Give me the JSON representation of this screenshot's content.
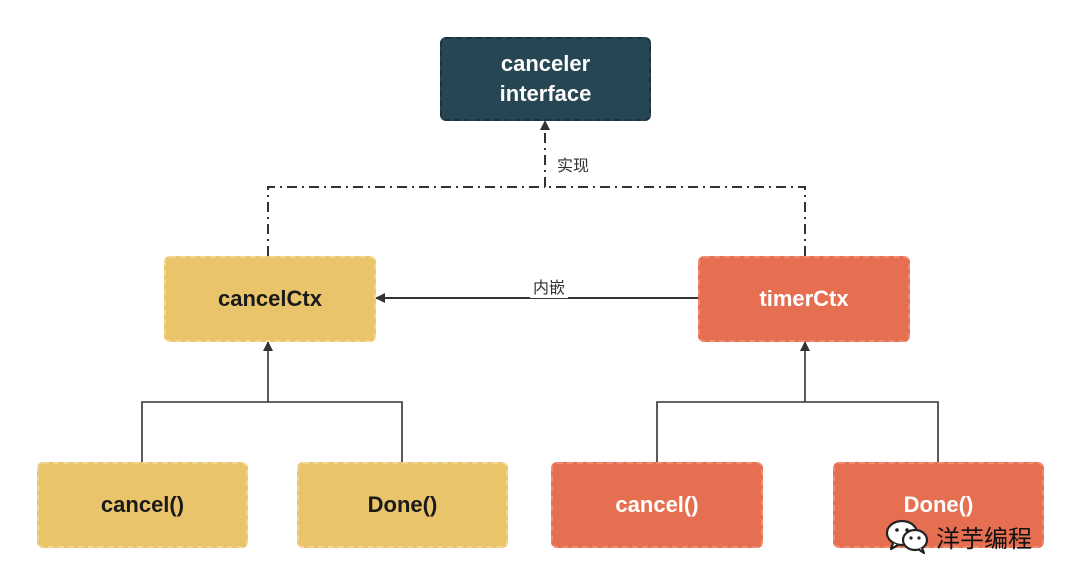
{
  "diagram": {
    "nodes": {
      "canceler": {
        "label": "canceler\ninterface",
        "fill": "#264653"
      },
      "cancelCtx": {
        "label": "cancelCtx",
        "fill": "#e9c46a"
      },
      "timerCtx": {
        "label": "timerCtx",
        "fill": "#e76f51"
      },
      "cancel_left": {
        "label": "cancel()",
        "fill": "#e9c46a"
      },
      "done_left": {
        "label": "Done()",
        "fill": "#e9c46a"
      },
      "cancel_right": {
        "label": "cancel()",
        "fill": "#e76f51"
      },
      "done_right": {
        "label": "Done()",
        "fill": "#e76f51"
      }
    },
    "edges": {
      "implements": {
        "label": "实现",
        "style": "dash-dot",
        "from": [
          "cancelCtx",
          "timerCtx"
        ],
        "to": "canceler"
      },
      "embeds": {
        "label": "内嵌",
        "style": "solid",
        "from": "timerCtx",
        "to": "cancelCtx"
      },
      "left_methods": {
        "style": "solid",
        "from": [
          "cancel_left",
          "done_left"
        ],
        "to": "cancelCtx"
      },
      "right_methods": {
        "style": "solid",
        "from": [
          "cancel_right",
          "done_right"
        ],
        "to": "timerCtx"
      }
    }
  },
  "watermark": {
    "text": "洋芋编程",
    "icon": "wechat-icon"
  }
}
